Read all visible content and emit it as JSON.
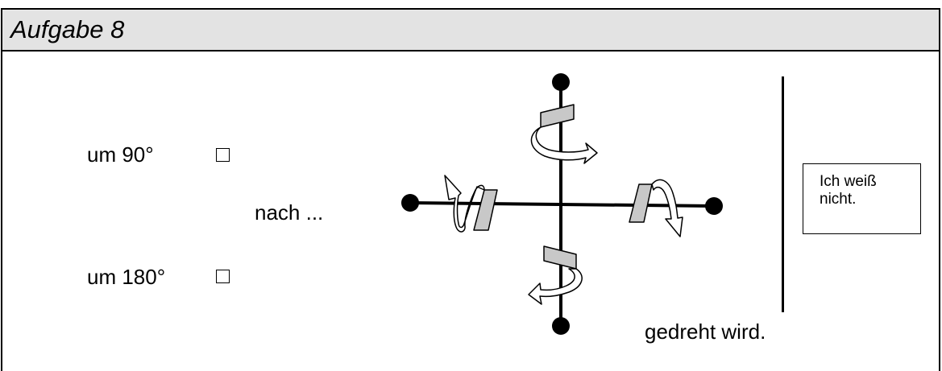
{
  "task": {
    "title": "Aufgabe 8"
  },
  "options": [
    {
      "label": "um 90°"
    },
    {
      "label": "um 180°"
    }
  ],
  "middle_text": "nach ...",
  "dont_know": "Ich weiß nicht.",
  "footer_text": "gedreht wird."
}
